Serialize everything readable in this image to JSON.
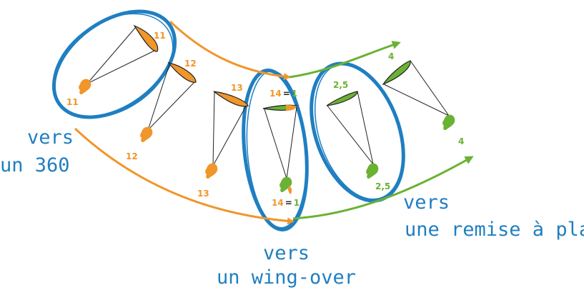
{
  "colors": {
    "orange": "#f0962a",
    "green": "#6ab233",
    "blue": "#1f7fc1",
    "line": "#222222"
  },
  "icons": {
    "glider": "wing-icon",
    "pilot": "pilot-icon"
  },
  "captions": {
    "to_360": [
      "vers",
      "un 360"
    ],
    "to_wingover": [
      "vers",
      "un wing-over"
    ],
    "to_level": [
      "vers",
      "une remise à plat"
    ]
  },
  "positions": {
    "p11": "11",
    "p12": "12",
    "p13": "13",
    "p14_orange": "14",
    "p14_green": "1",
    "p14_equals": "=",
    "p25": "2,5",
    "p4": "4"
  }
}
